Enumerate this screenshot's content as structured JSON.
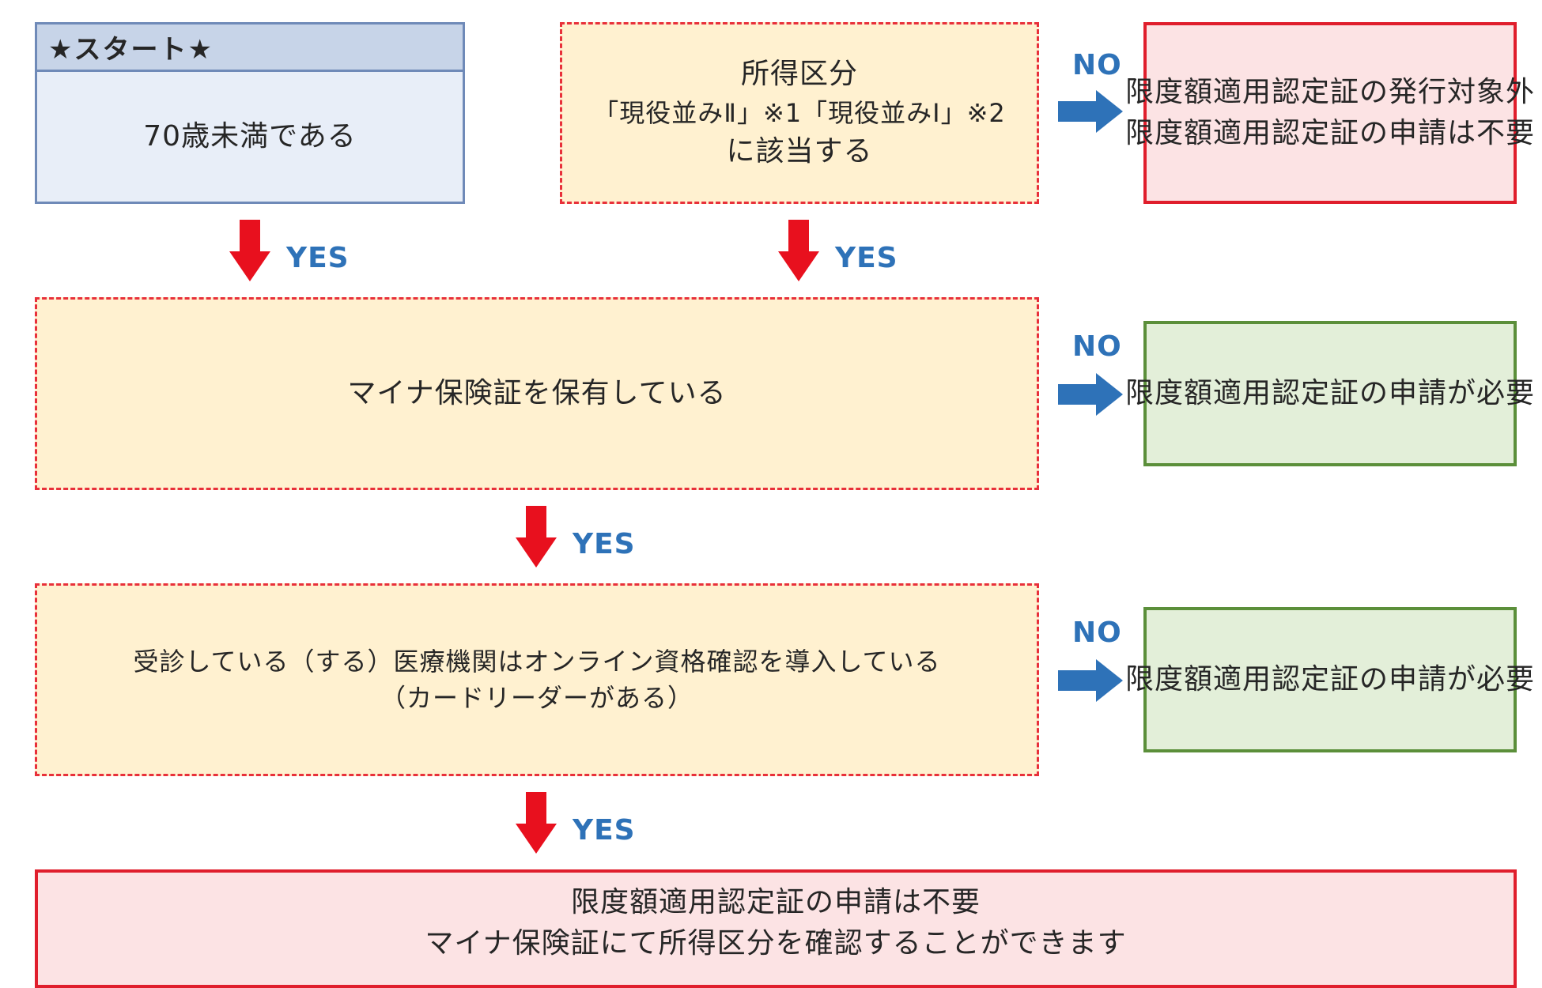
{
  "start": {
    "header": "★スタート★",
    "text": "70歳未満である"
  },
  "income": {
    "lines": [
      "所得区分",
      "「現役並みⅡ」※1「現役並みⅠ」※2",
      "に該当する"
    ]
  },
  "myna": {
    "text": "マイナ保険証を保有している"
  },
  "clinic": {
    "lines": [
      "受診している（する）医療機関はオンライン資格確認を導入している",
      "（カードリーダーがある）"
    ]
  },
  "final": {
    "lines": [
      "限度額適用認定証の申請は不要",
      "マイナ保険証にて所得区分を確認することができます"
    ]
  },
  "outcomes": {
    "o1": [
      "限度額適用認定証の発行対象外",
      "限度額適用認定証の申請は不要"
    ],
    "o2": "限度額適用認定証の申請が必要",
    "o3": "限度額適用認定証の申請が必要"
  },
  "labels": {
    "yes": "YES",
    "no": "NO"
  },
  "colors": {
    "down_arrow": "#e8101e",
    "right_arrow": "#2e72b8",
    "label": "#2e72b8"
  }
}
